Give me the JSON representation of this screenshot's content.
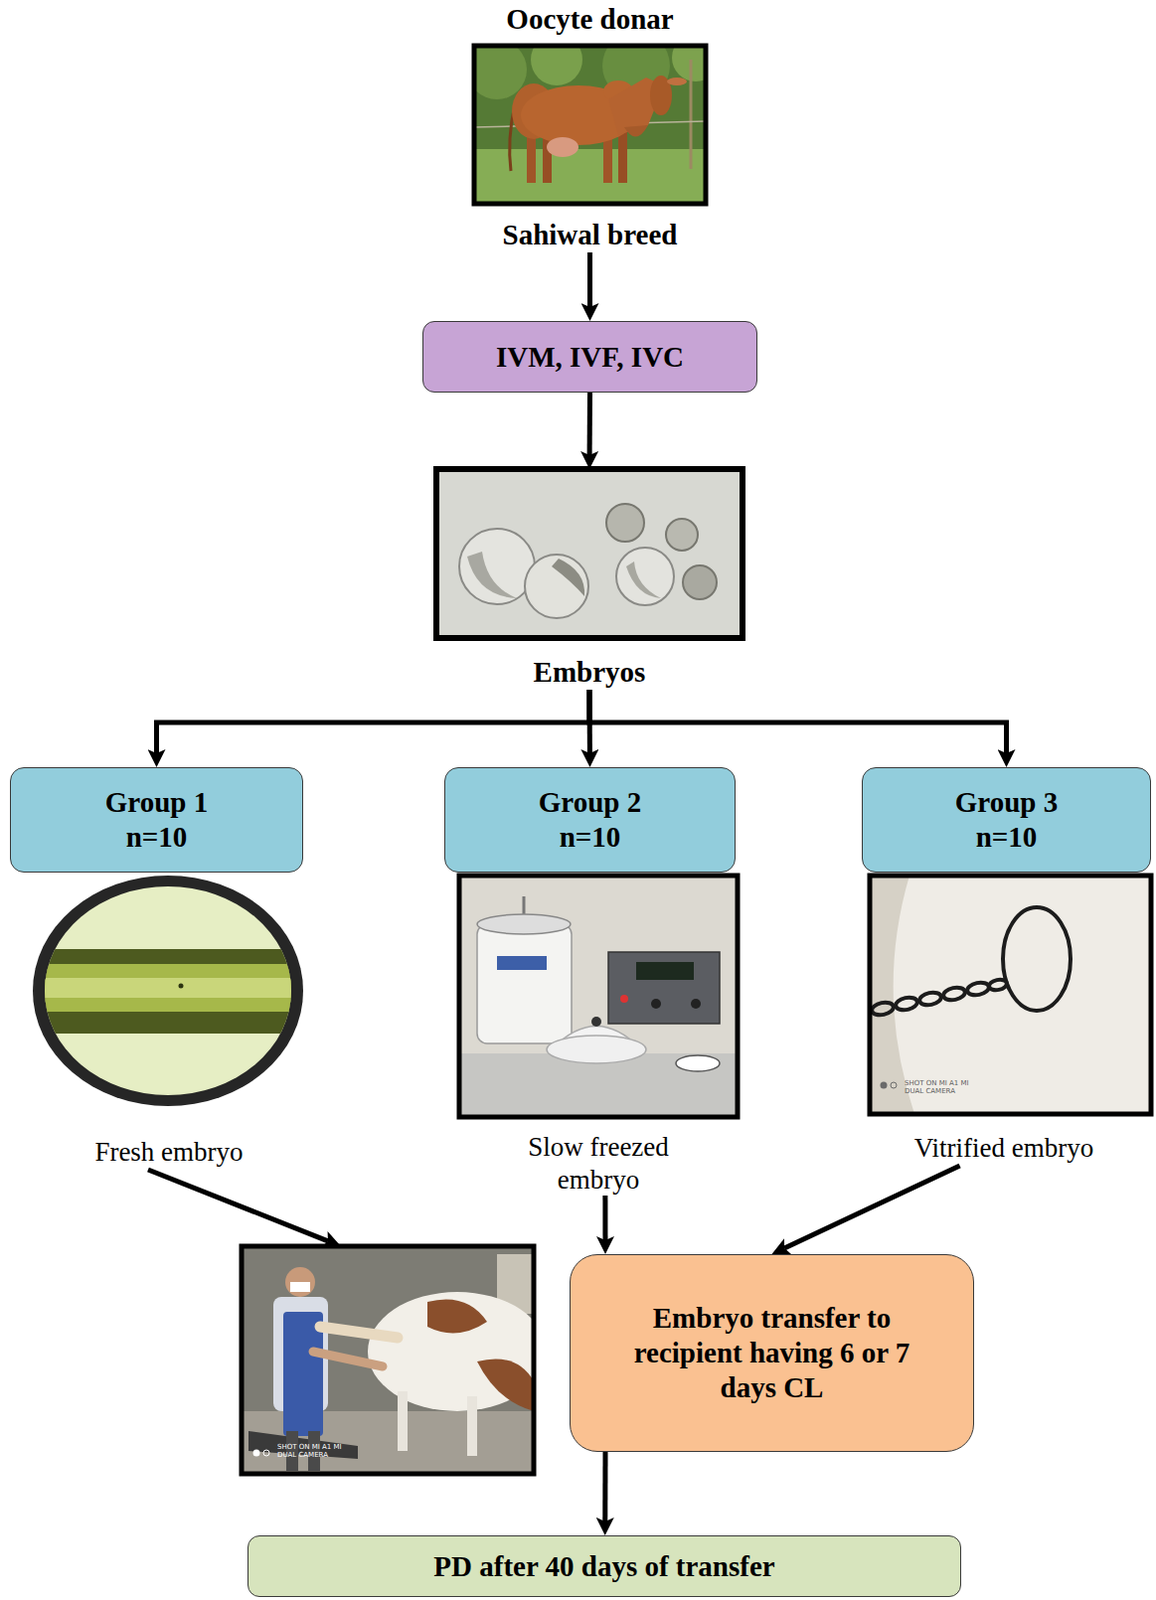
{
  "diagram": {
    "nodes": [
      {
        "text": [
          "Oocyte donar",
          "Sahiwal breed"
        ]
      },
      {
        "text": [
          "IVM, IVF, IVC"
        ]
      },
      {
        "text": [
          "Embryos"
        ]
      },
      {
        "text": [
          "Group 1",
          "n=10"
        ]
      },
      {
        "text": [
          "Group 2",
          "n=10"
        ]
      },
      {
        "text": [
          "Group 3",
          "n=10"
        ]
      },
      {
        "text": [
          "Fresh embryo"
        ]
      },
      {
        "text": [
          "Slow freezed embryo"
        ]
      },
      {
        "text": [
          "SHOT ON MI A1 MI DUAL CAMERA",
          "Vitrified embryo"
        ]
      },
      {
        "text": [
          "SHOT ON MI A1 MI DUAL CAMERA"
        ]
      },
      {
        "text": [
          "Embryo transfer to recipient having 6 or 7 days CL"
        ]
      },
      {
        "text": [
          "PD after 40 days of transfer"
        ]
      }
    ],
    "edges": [
      {
        "from": 0,
        "to": 1,
        "arrow": "to"
      },
      {
        "from": 1,
        "to": 2,
        "arrow": "to"
      },
      {
        "from": 2,
        "to": 3,
        "arrow": "to"
      },
      {
        "from": 2,
        "to": 4,
        "arrow": "to"
      },
      {
        "from": 2,
        "to": 5,
        "arrow": "to"
      },
      {
        "from": 6,
        "to": 9,
        "arrow": "to"
      },
      {
        "from": 7,
        "to": 10,
        "arrow": "to"
      },
      {
        "from": 8,
        "to": 10,
        "arrow": "to"
      },
      {
        "from": 10,
        "to": 11,
        "arrow": "to"
      }
    ]
  }
}
